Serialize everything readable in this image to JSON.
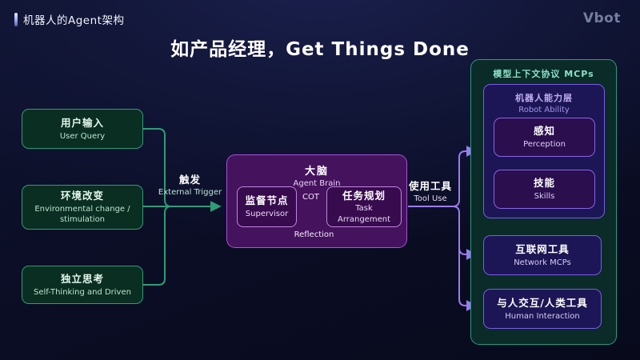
{
  "header": {
    "slide_label": "机器人的Agent架构",
    "logo": "Vbot",
    "title": "如产品经理，Get Things Done"
  },
  "inputs": [
    {
      "zh": "用户输入",
      "en": "User Query"
    },
    {
      "zh": "环境改变",
      "en": "Environmental change / stimulation"
    },
    {
      "zh": "独立思考",
      "en": "Self-Thinking and Driven"
    }
  ],
  "trigger": {
    "zh": "触发",
    "en": "External Trigger"
  },
  "brain": {
    "zh": "大脑",
    "en": "Agent Brain",
    "supervisor": {
      "zh": "监督节点",
      "en": "Supervisor"
    },
    "task": {
      "zh": "任务规划",
      "en": "Task Arrangement"
    },
    "cot_label": "COT",
    "reflection_label": "Reflection"
  },
  "tool_use": {
    "zh": "使用工具",
    "en": "Tool Use"
  },
  "mcp": {
    "header": "模型上下文协议 MCPs",
    "robot_ability": {
      "zh": "机器人能力层",
      "en": "Robot Ability",
      "children": [
        {
          "zh": "感知",
          "en": "Perception"
        },
        {
          "zh": "技能",
          "en": "Skills"
        }
      ]
    },
    "tools": [
      {
        "zh": "互联网工具",
        "en": "Network MCPs"
      },
      {
        "zh": "与人交互/人类工具",
        "en": "Human Interaction"
      }
    ]
  },
  "colors": {
    "green_accent": "#2f9c78",
    "purple_accent": "#a753d6",
    "indigo_accent": "#7b5ae6",
    "teal_text": "#8ce0c6",
    "background": "#0b0e26"
  }
}
